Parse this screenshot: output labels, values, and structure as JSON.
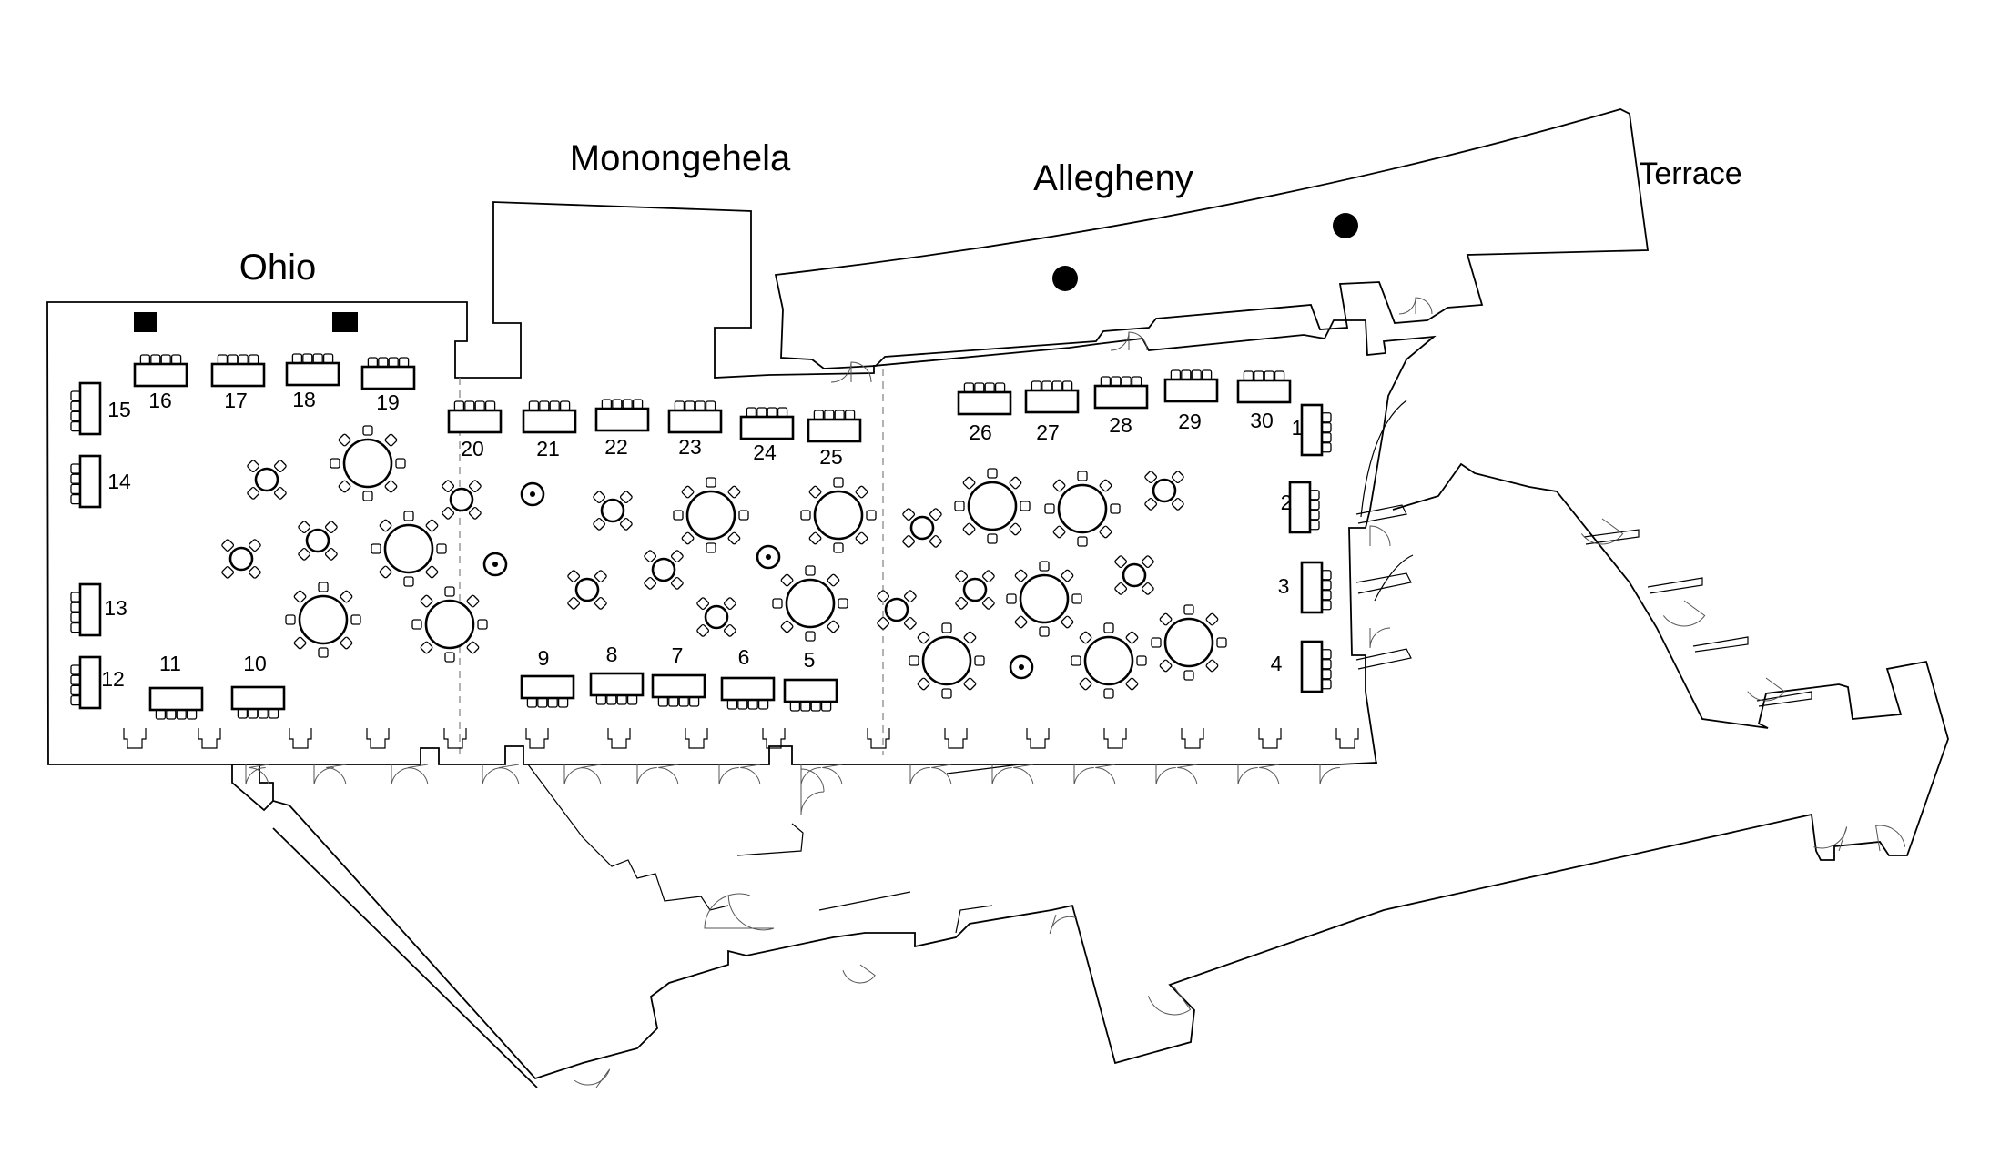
{
  "rooms": {
    "ohio": "Ohio",
    "monongehela": "Monongehela",
    "allegheny": "Allegheny",
    "terrace": "Terrace"
  },
  "booths": [
    {
      "label": "1"
    },
    {
      "label": "2"
    },
    {
      "label": "3"
    },
    {
      "label": "4"
    },
    {
      "label": "5"
    },
    {
      "label": "6"
    },
    {
      "label": "7"
    },
    {
      "label": "8"
    },
    {
      "label": "9"
    },
    {
      "label": "10"
    },
    {
      "label": "11"
    },
    {
      "label": "12"
    },
    {
      "label": "13"
    },
    {
      "label": "14"
    },
    {
      "label": "15"
    },
    {
      "label": "16"
    },
    {
      "label": "17"
    },
    {
      "label": "18"
    },
    {
      "label": "19"
    },
    {
      "label": "20"
    },
    {
      "label": "21"
    },
    {
      "label": "22"
    },
    {
      "label": "23"
    },
    {
      "label": "24"
    },
    {
      "label": "25"
    },
    {
      "label": "26"
    },
    {
      "label": "27"
    },
    {
      "label": "28"
    },
    {
      "label": "29"
    },
    {
      "label": "30"
    }
  ]
}
